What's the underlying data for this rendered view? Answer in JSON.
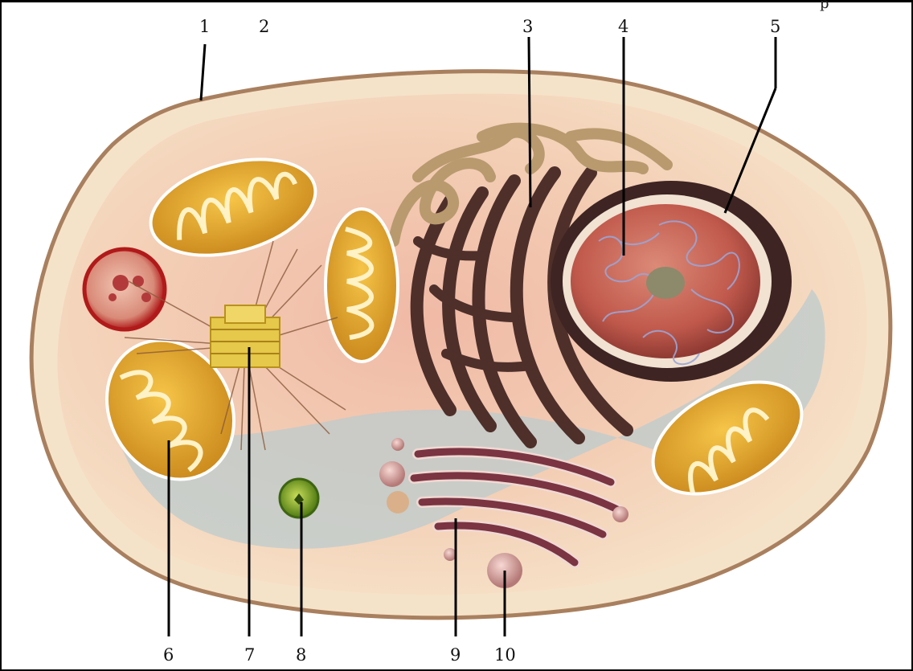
{
  "labels": {
    "n1": "1",
    "n2": "2",
    "n3": "3",
    "n4": "4",
    "n5": "5",
    "n6": "6",
    "n7": "7",
    "n8": "8",
    "n9": "9",
    "n10": "10"
  },
  "top_right_fragment": "p",
  "colors": {
    "membrane": "#b98f6e",
    "cytoplasm": "#f3dcc0",
    "cytoplasm_pink": "#f2b8a4",
    "cytosol_blue": "#b9c7c9",
    "mitochondrion": "#e0a021",
    "er": "#5b3a33",
    "nucleus": "#c96a5c",
    "golgi": "#7a3442",
    "lysosome": "#c81e1e",
    "peroxisome": "#7aa51f"
  }
}
